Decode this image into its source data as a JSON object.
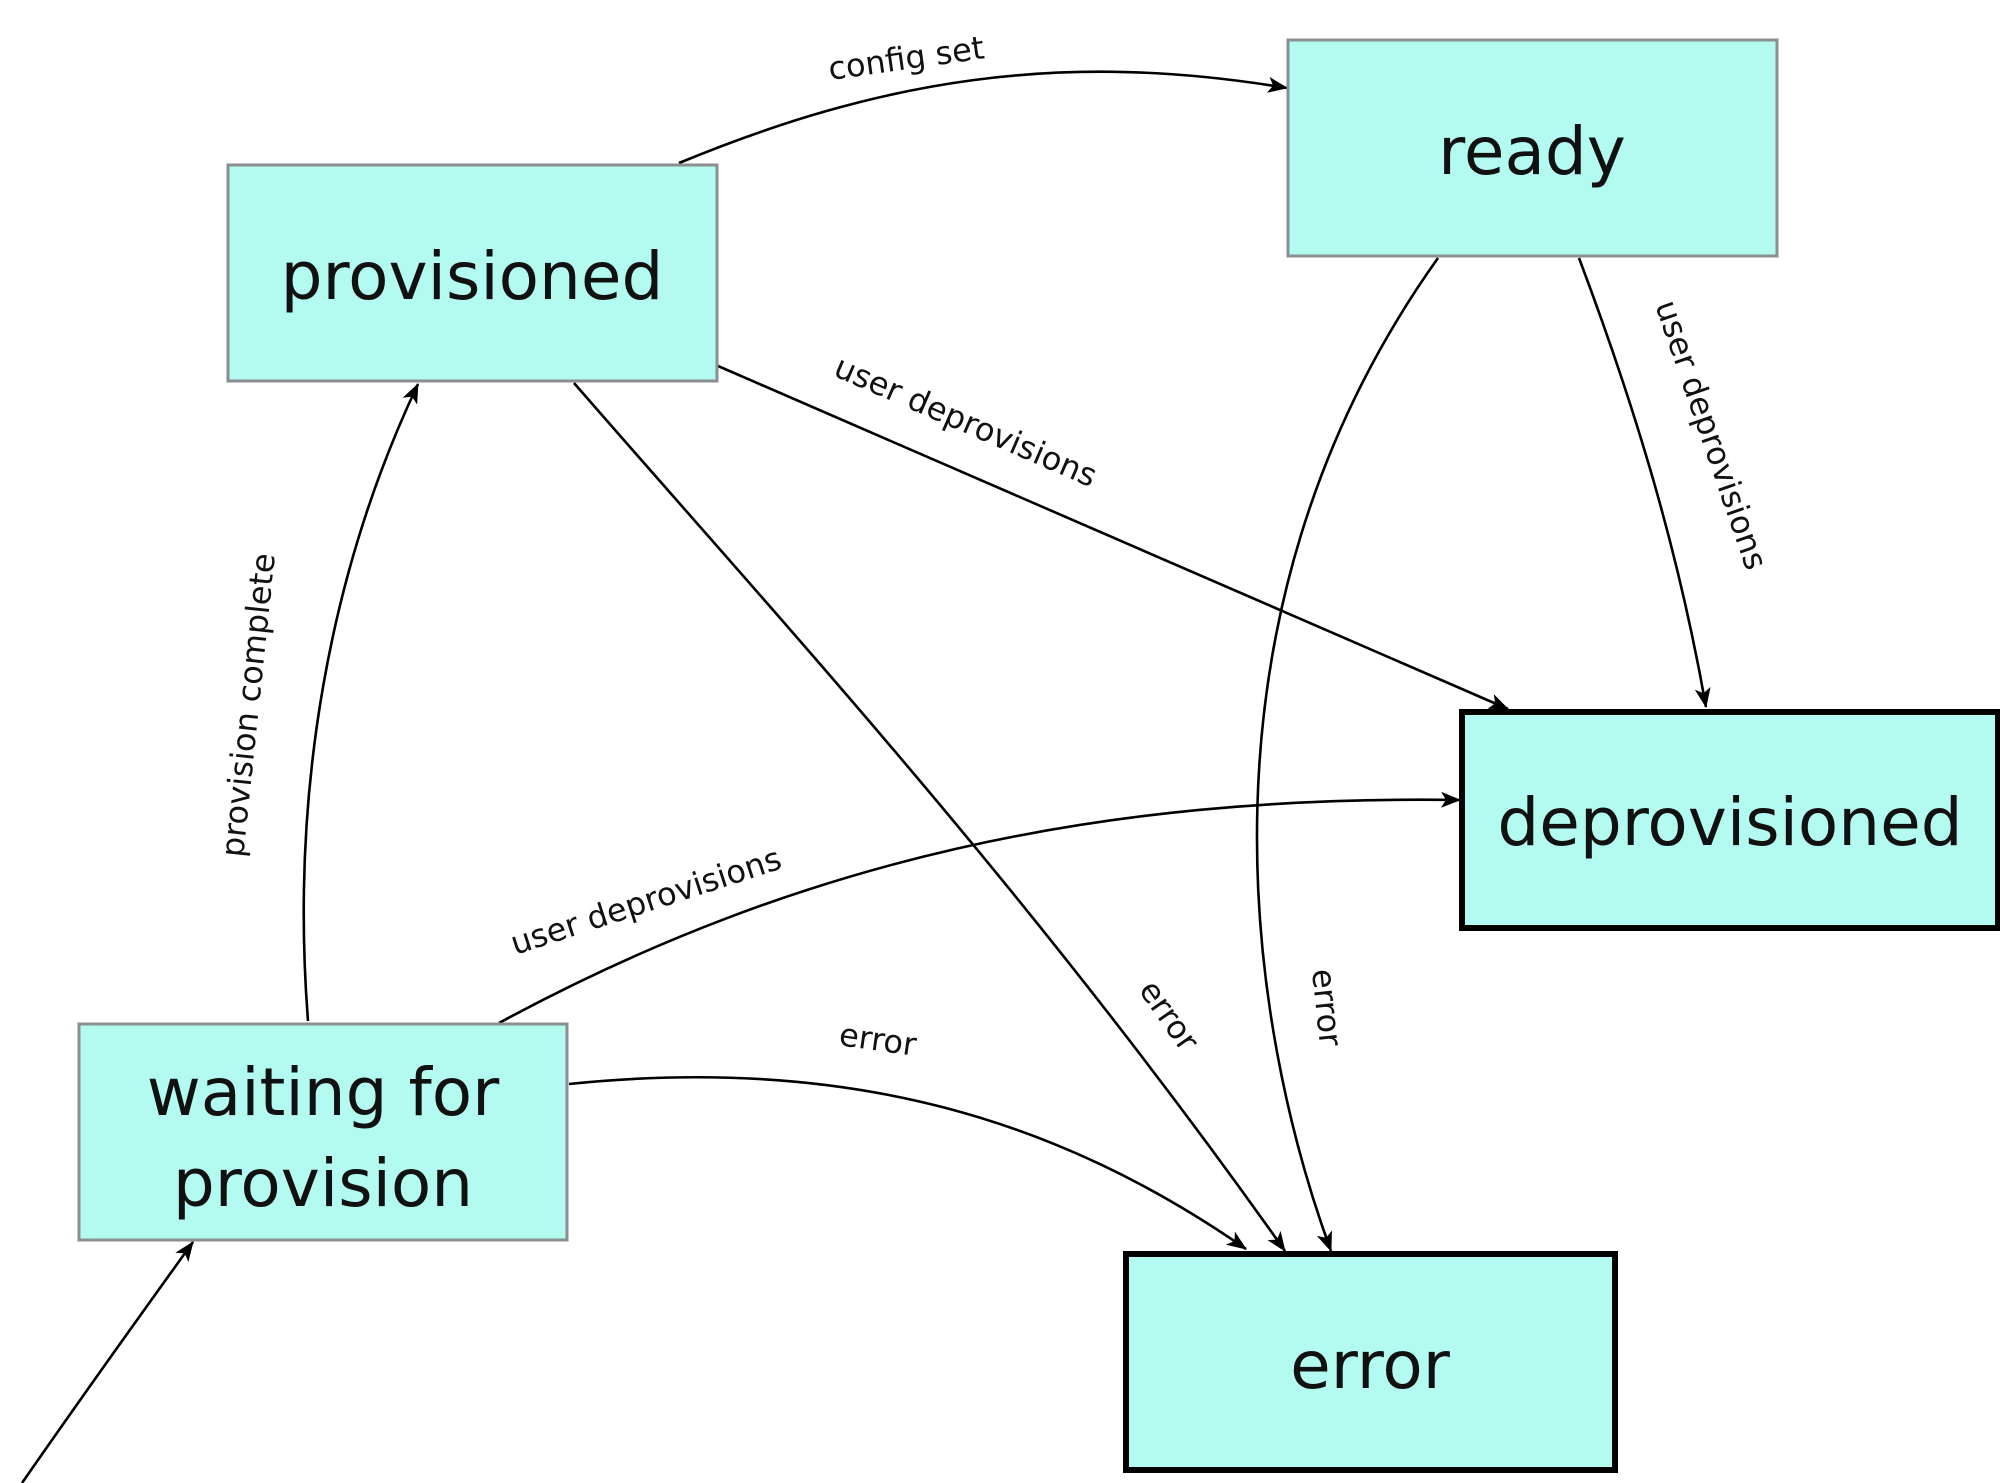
{
  "nodes": {
    "waiting": {
      "label_line1": "waiting for",
      "label_line2": "provision",
      "final": false
    },
    "provisioned": {
      "label": "provisioned",
      "final": false
    },
    "ready": {
      "label": "ready",
      "final": false
    },
    "deprovisioned": {
      "label": "deprovisioned",
      "final": true
    },
    "error": {
      "label": "error",
      "final": true
    }
  },
  "edges": {
    "provision_complete": {
      "from": "waiting for provision",
      "to": "provisioned",
      "label": "provision complete"
    },
    "config_set": {
      "from": "provisioned",
      "to": "ready",
      "label": "config set"
    },
    "provisioned_deprovisions": {
      "from": "provisioned",
      "to": "deprovisioned",
      "label": "user deprovisions"
    },
    "ready_deprovisions": {
      "from": "ready",
      "to": "deprovisioned",
      "label": "user deprovisions"
    },
    "waiting_deprovisions": {
      "from": "waiting for provision",
      "to": "deprovisioned",
      "label": "user deprovisions"
    },
    "waiting_error": {
      "from": "waiting for provision",
      "to": "error",
      "label": "error"
    },
    "provisioned_error": {
      "from": "provisioned",
      "to": "error",
      "label": "error"
    },
    "ready_error": {
      "from": "ready",
      "to": "error",
      "label": "error"
    },
    "initial": {
      "from": "",
      "to": "waiting for provision",
      "label": ""
    }
  },
  "colors": {
    "node_fill": "#b3fbf0",
    "node_border": "#8a8f91",
    "final_border": "#000000",
    "edge": "#000000"
  }
}
